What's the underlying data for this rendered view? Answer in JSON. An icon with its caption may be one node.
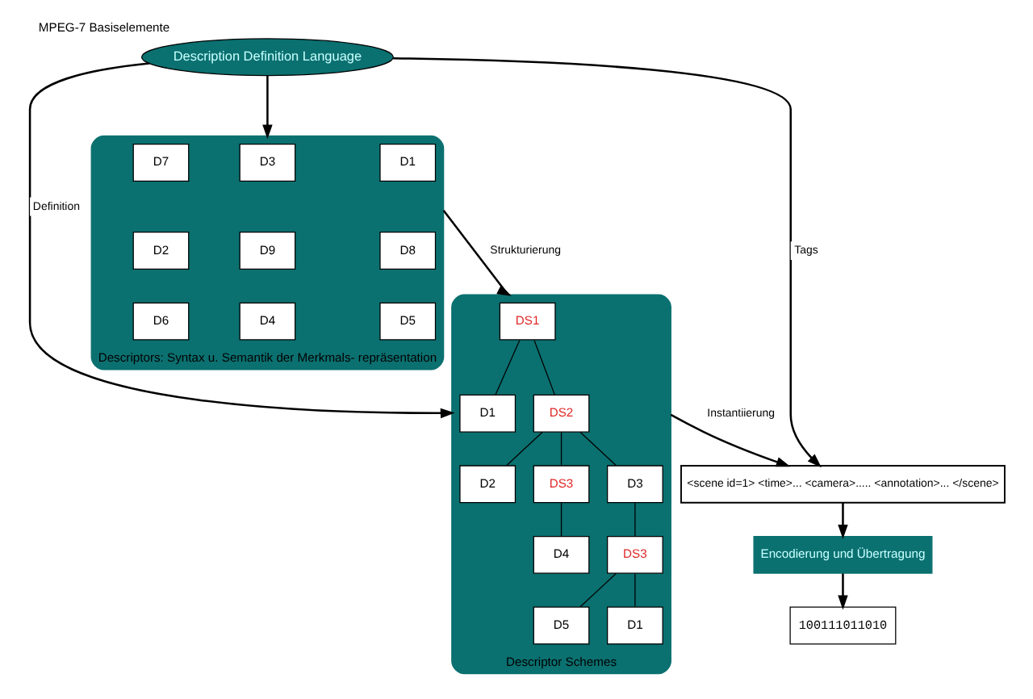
{
  "diagram": {
    "title": "MPEG-7 Basiselemente",
    "nodes": [
      {
        "text": [
          "Description Definition Language"
        ]
      },
      {
        "text": [
          "Descriptors: Syntax u. Semantik der Merkmals- repräsentation"
        ]
      },
      {
        "text": [
          "D1"
        ],
        "in": 1
      },
      {
        "text": [
          "D3"
        ],
        "in": 1
      },
      {
        "text": [
          "D7"
        ],
        "in": 1
      },
      {
        "text": [
          "D8"
        ],
        "in": 1
      },
      {
        "text": [
          "D9"
        ],
        "in": 1
      },
      {
        "text": [
          "D2"
        ],
        "in": 1
      },
      {
        "text": [
          "D5"
        ],
        "in": 1
      },
      {
        "text": [
          "D4"
        ],
        "in": 1
      },
      {
        "text": [
          "D6"
        ],
        "in": 1
      },
      {
        "text": [
          "Descriptor Schemes"
        ]
      },
      {
        "text": [
          "DS1"
        ],
        "in": 11
      },
      {
        "text": [
          "D1"
        ],
        "in": 11
      },
      {
        "text": [
          "DS2"
        ],
        "in": 11
      },
      {
        "text": [
          "D2"
        ],
        "in": 11
      },
      {
        "text": [
          "DS3"
        ],
        "in": 11
      },
      {
        "text": [
          "D3"
        ],
        "in": 11
      },
      {
        "text": [
          "DS3"
        ],
        "in": 11
      },
      {
        "text": [
          "D4"
        ],
        "in": 11
      },
      {
        "text": [
          "D5"
        ],
        "in": 11
      },
      {
        "text": [
          "D1"
        ],
        "in": 11
      },
      {
        "text": [
          "<scene id=1> <time>... <camera>..... <annotation>... </scene>"
        ]
      },
      {
        "text": [
          "Encodierung und Übertragung"
        ]
      },
      {
        "text": [
          "100111011010"
        ]
      }
    ],
    "edges": [
      {
        "from": 0,
        "to": 1,
        "arrow": "to"
      },
      {
        "from": 0,
        "to": 11,
        "arrow": "to",
        "label": "Definition"
      },
      {
        "from": 0,
        "to": 22,
        "arrow": "to",
        "label": "Tags"
      },
      {
        "from": 1,
        "to": 11,
        "arrow": "to",
        "label": "Strukturierung"
      },
      {
        "from": 11,
        "to": 22,
        "arrow": "to",
        "label": "Instantiierung"
      },
      {
        "from": 22,
        "to": 23,
        "arrow": "to"
      },
      {
        "from": 23,
        "to": 24,
        "arrow": "to"
      },
      {
        "from": 12,
        "to": 13,
        "arrow": "none"
      },
      {
        "from": 12,
        "to": 14,
        "arrow": "none"
      },
      {
        "from": 14,
        "to": 15,
        "arrow": "none"
      },
      {
        "from": 14,
        "to": 16,
        "arrow": "none"
      },
      {
        "from": 14,
        "to": 17,
        "arrow": "none"
      },
      {
        "from": 16,
        "to": 19,
        "arrow": "none"
      },
      {
        "from": 17,
        "to": 18,
        "arrow": "none"
      },
      {
        "from": 18,
        "to": 20,
        "arrow": "none"
      },
      {
        "from": 18,
        "to": 21,
        "arrow": "none"
      }
    ]
  }
}
